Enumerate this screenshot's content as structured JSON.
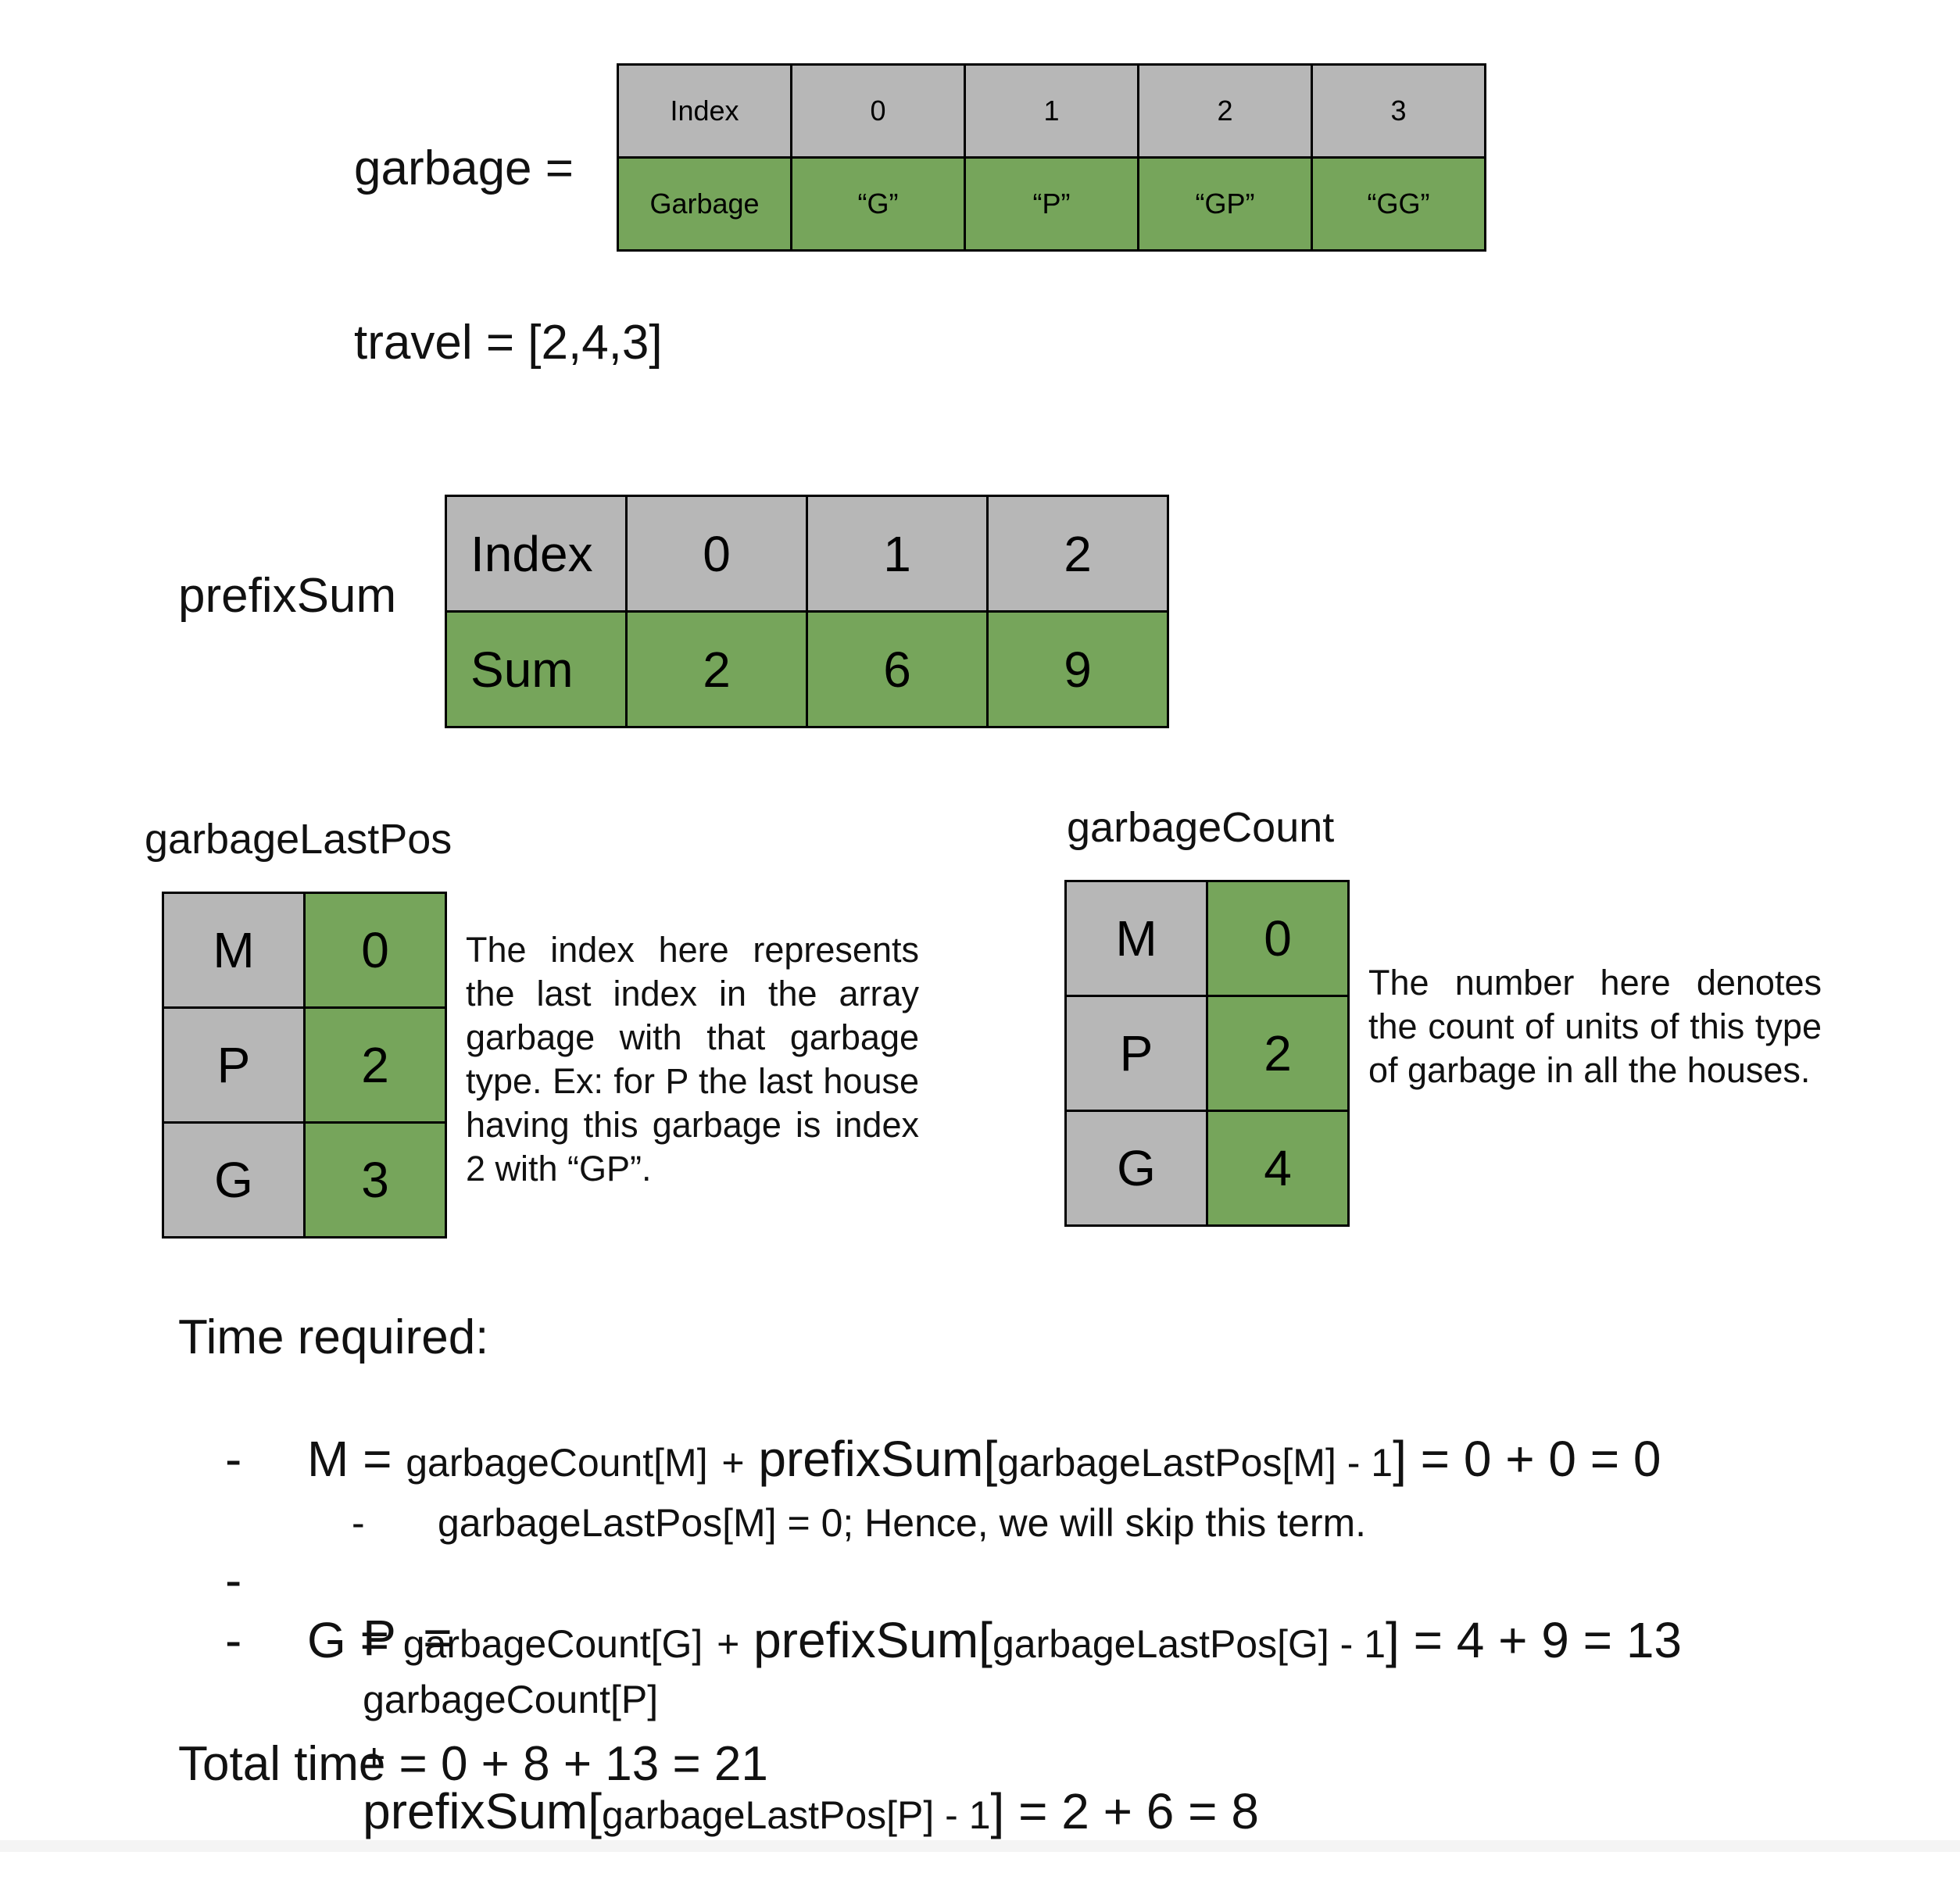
{
  "garbage": {
    "label": "garbage =",
    "header": [
      "Index",
      "0",
      "1",
      "2",
      "3"
    ],
    "row": [
      "Garbage",
      "“G”",
      "“P”",
      "“GP”",
      "“GG”"
    ]
  },
  "travel": {
    "text": "travel = [2,4,3]"
  },
  "prefix_sum": {
    "label": "prefixSum",
    "header": [
      "Index",
      "0",
      "1",
      "2"
    ],
    "row": [
      "Sum",
      "2",
      "6",
      "9"
    ]
  },
  "garbage_last_pos": {
    "label": "garbageLastPos",
    "rows": [
      [
        "M",
        "0"
      ],
      [
        "P",
        "2"
      ],
      [
        "G",
        "3"
      ]
    ],
    "note": "The index here represents the last index in the array garbage with that garbage type. Ex: for P the last house having this garbage is index 2 with “GP”."
  },
  "garbage_count": {
    "label": "garbageCount",
    "rows": [
      [
        "M",
        "0"
      ],
      [
        "P",
        "2"
      ],
      [
        "G",
        "4"
      ]
    ],
    "note": "The number here denotes the count of units of this type of garbage in all the houses."
  },
  "time": {
    "heading": "Time required:",
    "bullet": "-",
    "lines": [
      {
        "lhs": "M =",
        "a": "garbageCount[M]",
        "plus": "+",
        "b": "prefixSum[",
        "c": "garbageLastPos[M] - 1",
        "end": "] = 0 + 0 = 0"
      },
      {
        "lhs": "P  =",
        "a": "garbageCount[P]",
        "plus": "+",
        "b": "prefixSum[",
        "c": "garbageLastPos[P] - 1",
        "end": "] = 2 + 6 = 8"
      },
      {
        "lhs": "G =",
        "a": "garbageCount[G]",
        "plus": "+",
        "b": "prefixSum[",
        "c": "garbageLastPos[G] - 1",
        "end": "] = 4 + 9 = 13"
      }
    ],
    "subnote": "garbageLastPos[M] = 0; Hence, we will skip this term.",
    "total": "Total time = 0 + 8 + 13 = 21"
  }
}
